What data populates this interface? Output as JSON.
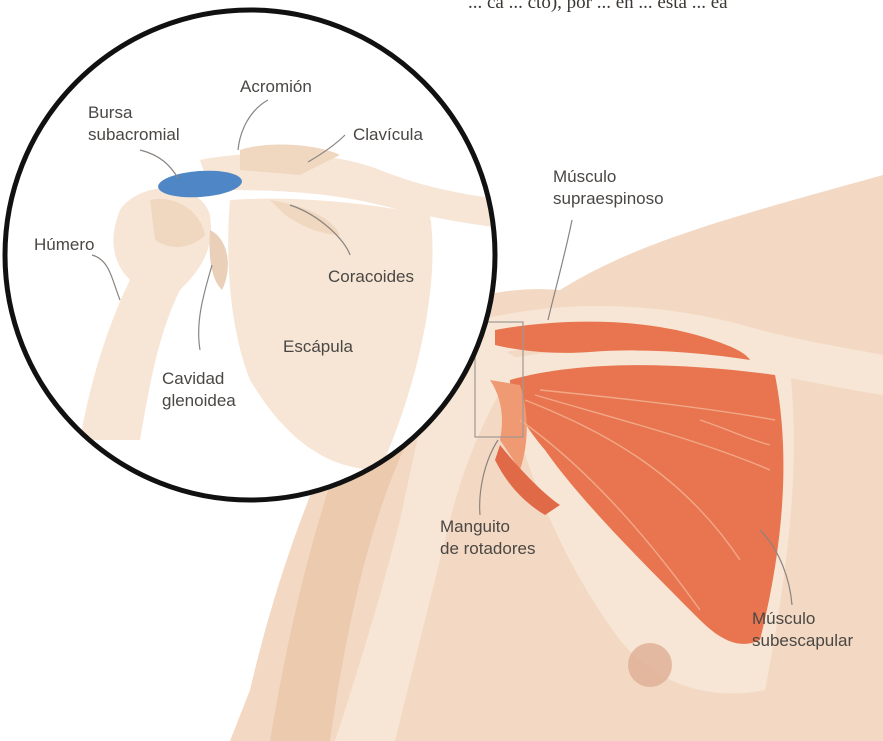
{
  "top_text": "... ca ... cto),  por ... en ... esta ... ea",
  "labels": {
    "acromion": "Acromión",
    "bursa_line1": "Bursa",
    "bursa_line2": "subacromial",
    "clavicula": "Clavícula",
    "humero": "Húmero",
    "coracoides": "Coracoides",
    "escapula": "Escápula",
    "cavidad_line1": "Cavidad",
    "cavidad_line2": "glenoidea",
    "supra_line1": "Músculo",
    "supra_line2": "supraespinoso",
    "manguito_line1": "Manguito",
    "manguito_line2": "de rotadores",
    "subesc_line1": "Músculo",
    "subesc_line2": "subescapular"
  },
  "colors": {
    "skin": "#f3d9c3",
    "skin_shadow": "#ecc9ac",
    "bone": "#f7e6d5",
    "muscle": "#e8754f",
    "muscle_light": "#f09a74",
    "bursa": "#4f87c6",
    "outline": "#111111",
    "nipple": "#dfae94"
  }
}
